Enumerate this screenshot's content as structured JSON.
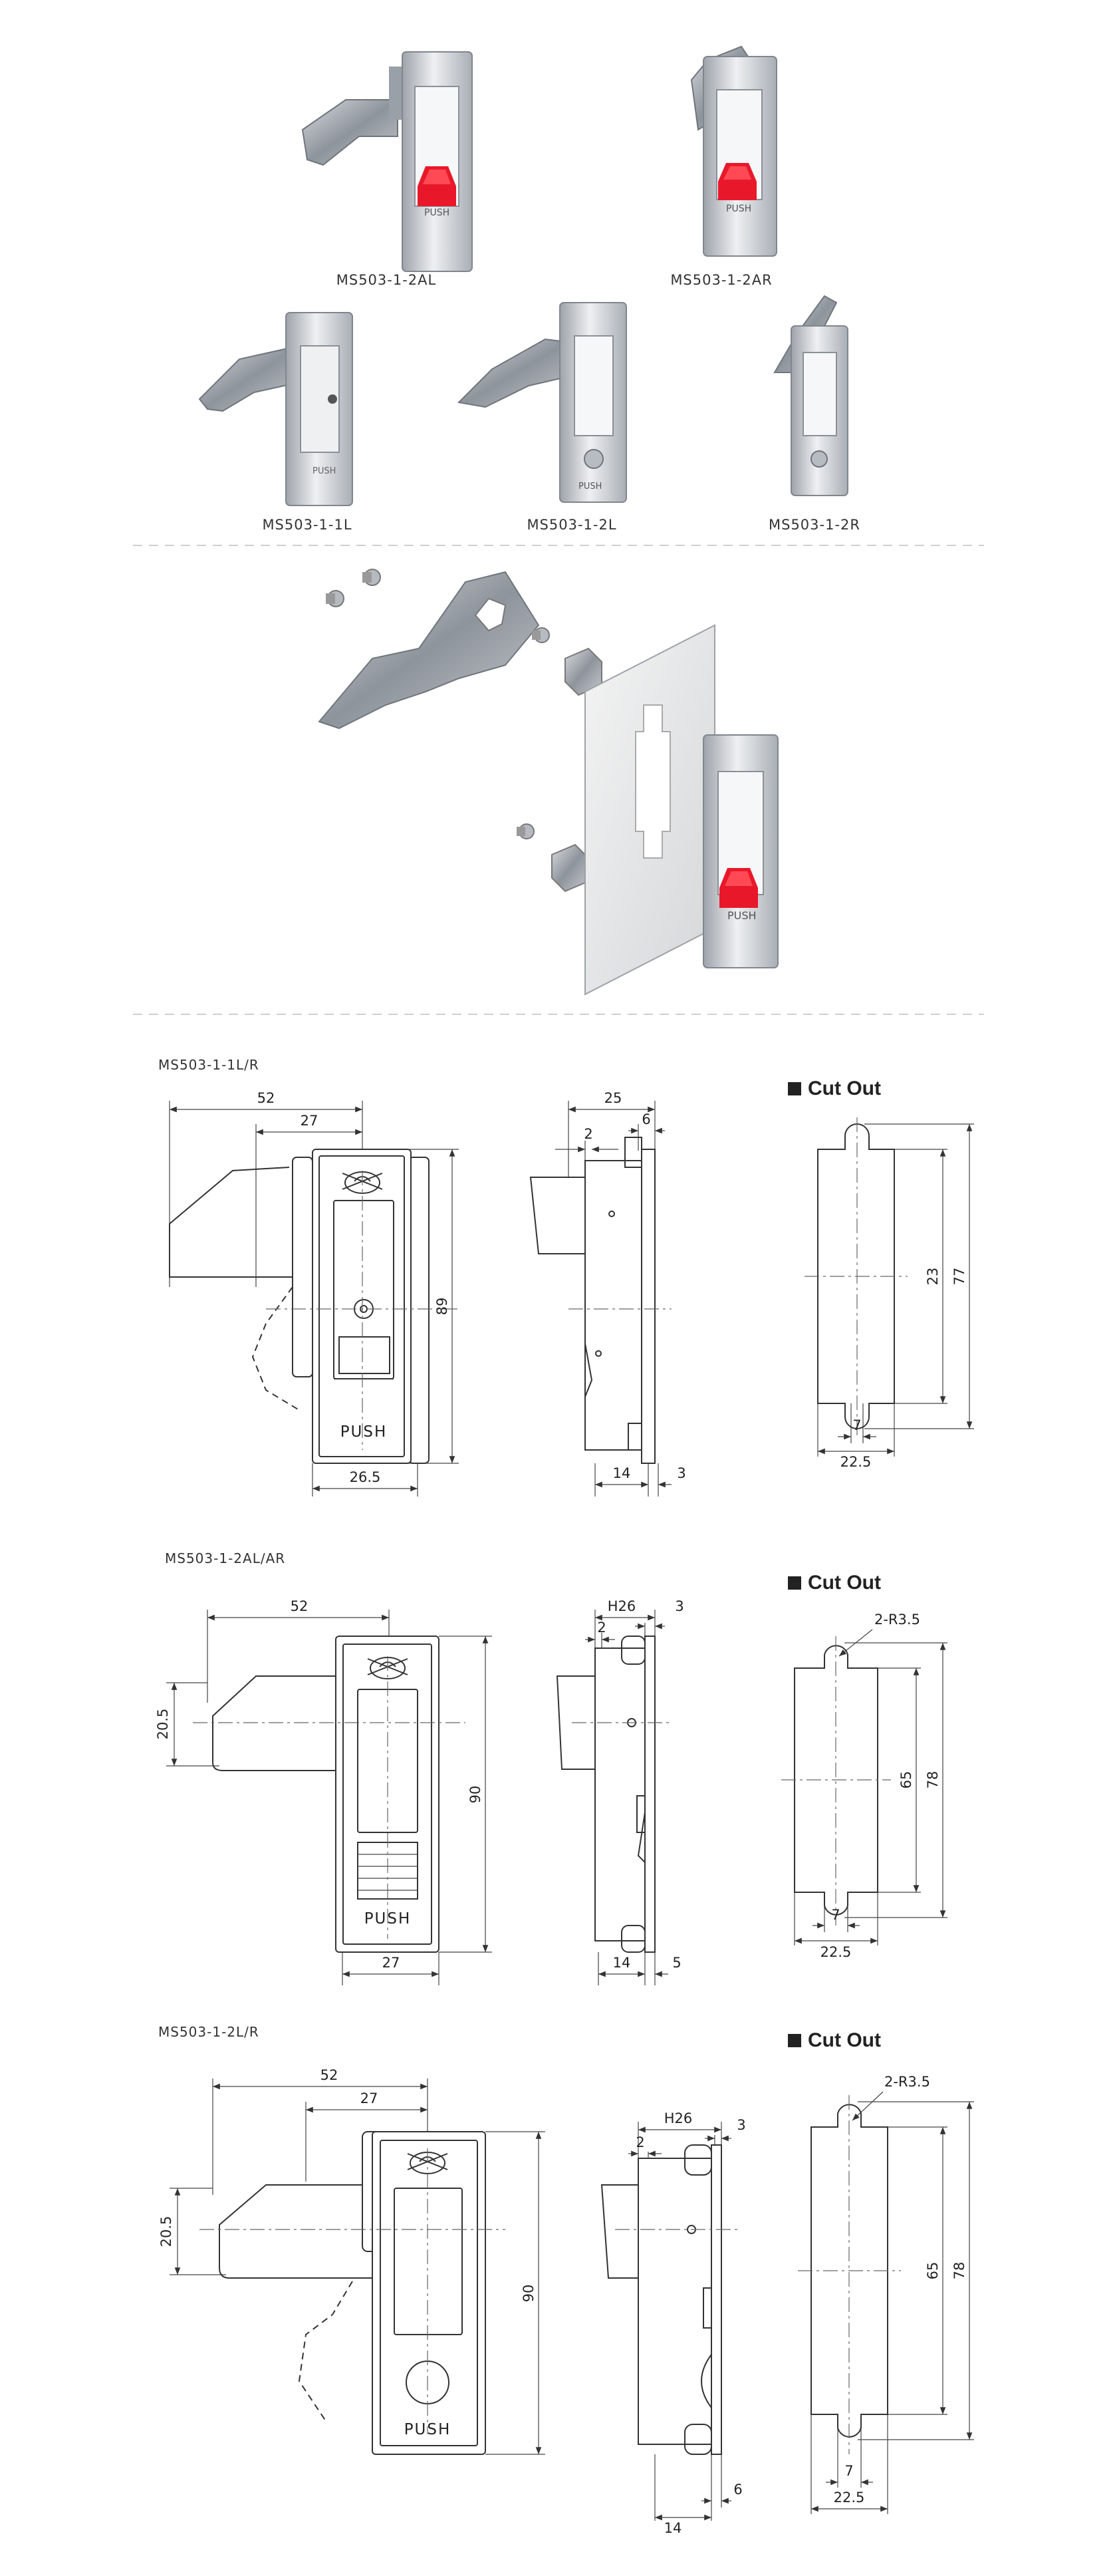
{
  "products": [
    {
      "code": "MS503-1-2AL"
    },
    {
      "code": "MS503-1-2AR"
    },
    {
      "code": "MS503-1-1L"
    },
    {
      "code": "MS503-1-2L"
    },
    {
      "code": "MS503-1-2R"
    }
  ],
  "button_text": "PUSH",
  "cut_out_label": "Cut Out",
  "drawings": [
    {
      "model": "MS503-1-1L/R",
      "front": {
        "d52": "52",
        "d27": "27",
        "d89": "89",
        "d26_5": "26.5"
      },
      "side": {
        "d25": "25",
        "d2": "2",
        "d6": "6",
        "d14": "14",
        "d3": "3"
      },
      "cutout": {
        "d23": "23",
        "d77": "77",
        "d7": "7",
        "d22_5": "22.5"
      }
    },
    {
      "model": "MS503-1-2AL/AR",
      "front": {
        "d52": "52",
        "d20_5": "20.5",
        "d90": "90",
        "d27": "27"
      },
      "side": {
        "dh26": "H26",
        "d3": "3",
        "d2": "2",
        "d14": "14",
        "d5": "5"
      },
      "cutout": {
        "radius": "2-R3.5",
        "d65": "65",
        "d78": "78",
        "d7": "7",
        "d22_5": "22.5"
      }
    },
    {
      "model": "MS503-1-2L/R",
      "front": {
        "d52": "52",
        "d27": "27",
        "d20_5": "20.5",
        "d90": "90"
      },
      "side": {
        "dh26": "H26",
        "d2": "2",
        "d3": "3",
        "d14": "14",
        "d6": "6"
      },
      "cutout": {
        "radius": "2-R3.5",
        "d65": "65",
        "d78": "78",
        "d7": "7",
        "d22_5": "22.5"
      }
    }
  ],
  "colors": {
    "button_red": "#e8182a",
    "metal": "#c9ccd1",
    "line": "#333333"
  }
}
